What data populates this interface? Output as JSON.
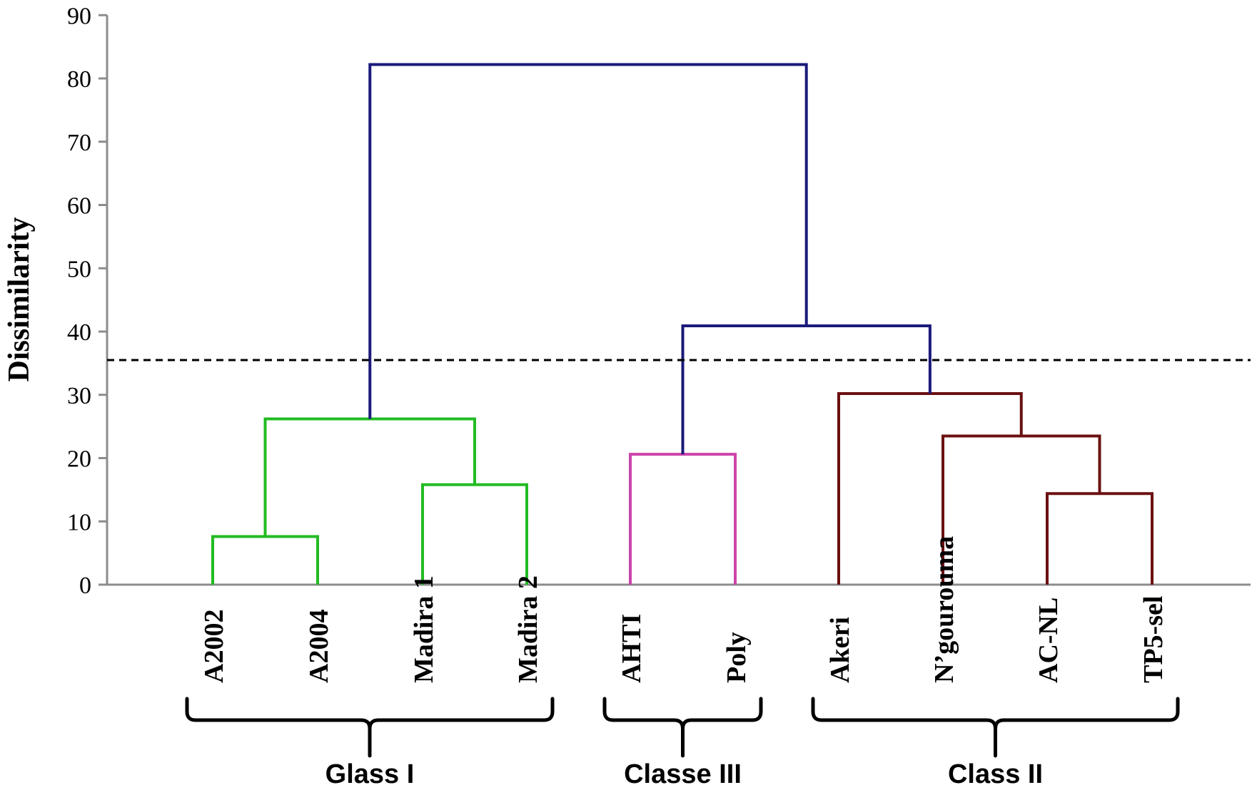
{
  "chart_data": {
    "type": "dendrogram",
    "ylabel": "Dissimilarity",
    "ylim": [
      0,
      90
    ],
    "yticks": [
      0,
      10,
      20,
      30,
      40,
      50,
      60,
      70,
      80,
      90
    ],
    "grid": false,
    "leaves": [
      "A2002",
      "A2004",
      "Madira 1",
      "Madira 2",
      "AHTI",
      "Poly",
      "Akeri",
      "N’gourouma",
      "AC-NL",
      "TP5-sel"
    ],
    "merges": [
      {
        "left": "A2002",
        "right": "A2004",
        "height": 7.6,
        "color": "#22bb22"
      },
      {
        "left": "Madira 1",
        "right": "Madira 2",
        "height": 15.8,
        "color": "#22bb22"
      },
      {
        "left": "m0",
        "right": "m1",
        "height": 26.2,
        "color": "#22bb22"
      },
      {
        "left": "AHTI",
        "right": "Poly",
        "height": 20.6,
        "color": "#cc44aa"
      },
      {
        "left": "AC-NL",
        "right": "TP5-sel",
        "height": 14.4,
        "color": "#6b1010"
      },
      {
        "left": "N’gourouma",
        "right": "m4",
        "height": 23.5,
        "color": "#6b1010"
      },
      {
        "left": "Akeri",
        "right": "m5",
        "height": 30.2,
        "color": "#6b1010"
      },
      {
        "left": "m3",
        "right": "m6",
        "height": 40.9,
        "color": "#1a1a7a"
      },
      {
        "left": "m2",
        "right": "m7",
        "height": 82.2,
        "color": "#1a1a7a"
      }
    ],
    "cutoff": 35.5,
    "groups": [
      {
        "label": "Glass I",
        "from": "A2002",
        "to": "Madira 2"
      },
      {
        "label": "Classe III",
        "from": "AHTI",
        "to": "Poly"
      },
      {
        "label": "Class II",
        "from": "Akeri",
        "to": "TP5-sel"
      }
    ]
  }
}
